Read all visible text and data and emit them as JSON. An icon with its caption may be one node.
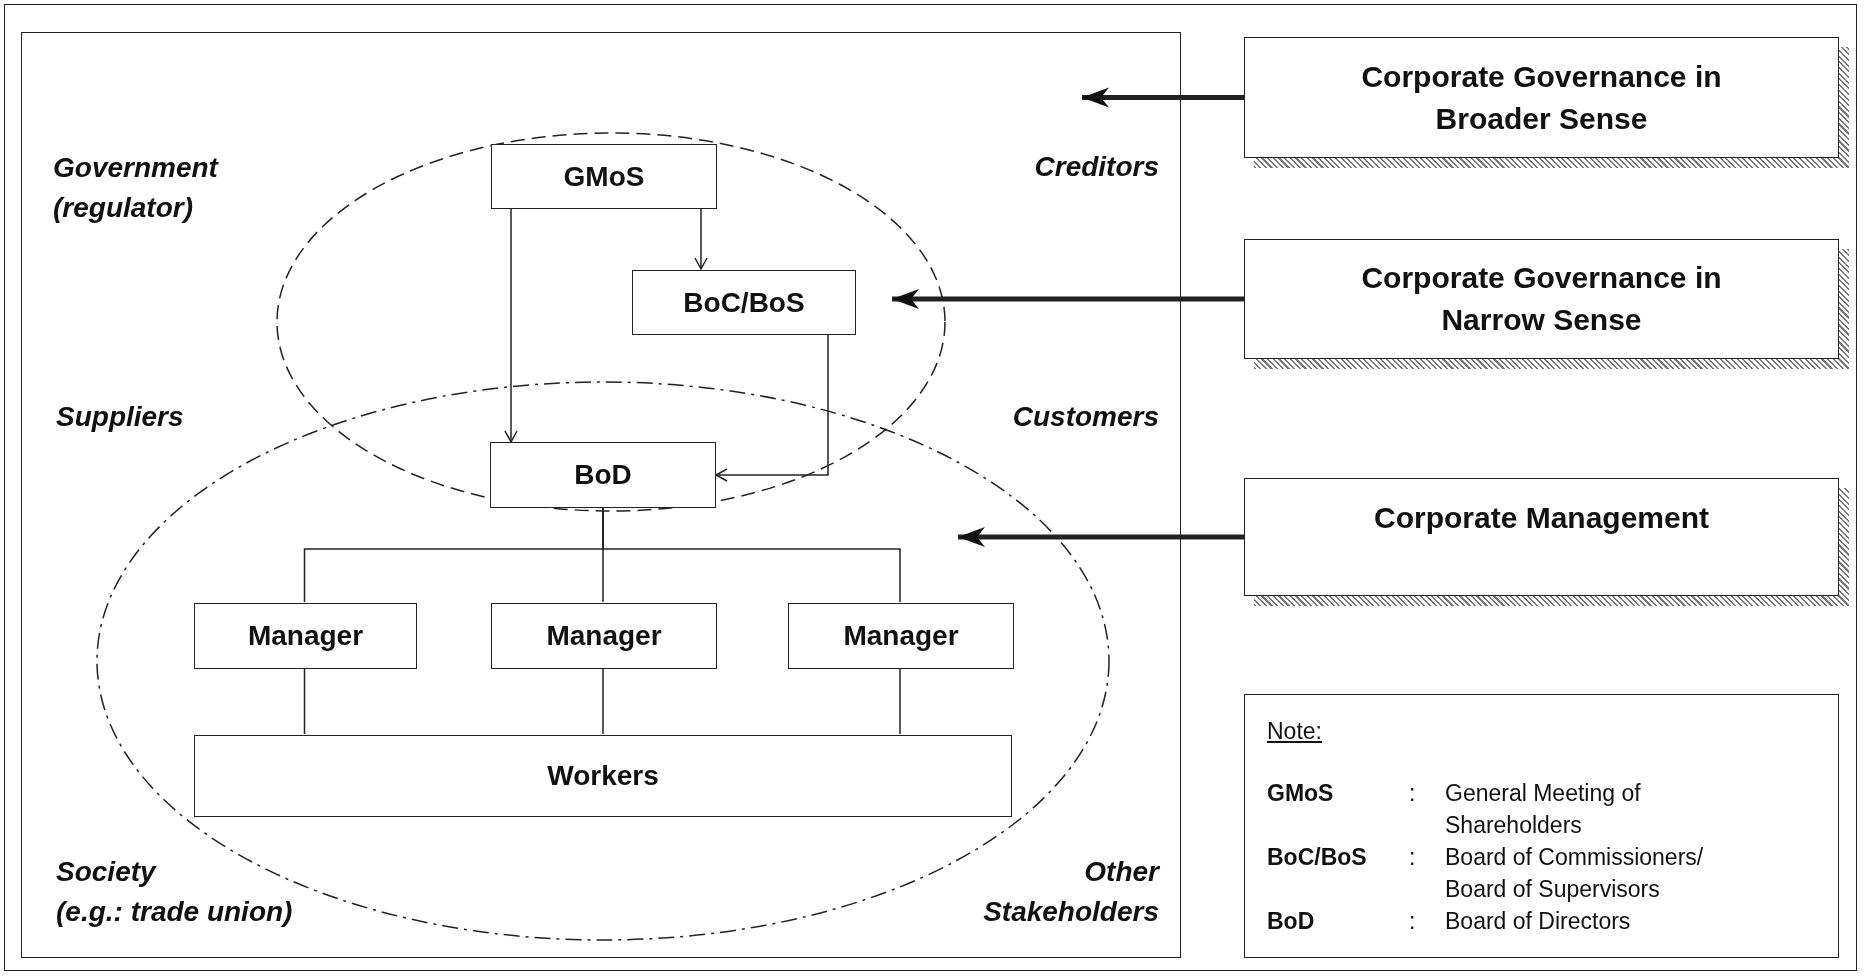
{
  "diagram": {
    "nodes": [
      {
        "text": [],
        "shape": "box"
      },
      {
        "text": [],
        "shape": "circle",
        "in": 0
      },
      {
        "text": [],
        "shape": "circle",
        "in": 0
      },
      {
        "text": [
          "GMoS"
        ],
        "in": 1
      },
      {
        "text": [
          "BoC/BoS"
        ],
        "in": 1
      },
      {
        "text": [
          "BoD"
        ]
      },
      {
        "text": [
          "Manager"
        ],
        "in": 2
      },
      {
        "text": [
          "Manager"
        ],
        "in": 2
      },
      {
        "text": [
          "Manager"
        ],
        "in": 2
      },
      {
        "text": [
          "Workers"
        ],
        "in": 2
      },
      {
        "text": [
          "Corporate Governance in Broader Sense"
        ]
      },
      {
        "text": [
          "Corporate Governance in Narrow Sense"
        ]
      },
      {
        "text": [
          "Corporate Management"
        ]
      },
      {
        "text": [
          "Note:",
          "GMoS",
          ":",
          "General Meeting of Shareholders",
          "BoC/BoS",
          ":",
          "Board of Commissioners/ Board of Supervisors",
          "BoD",
          ":",
          "Board of Directors"
        ]
      }
    ],
    "edges": [
      {
        "from": 3,
        "to": 5,
        "arrow": "to"
      },
      {
        "from": 3,
        "to": 4,
        "arrow": "to"
      },
      {
        "from": 4,
        "to": 5,
        "arrow": "to"
      },
      {
        "from": 5,
        "to": 6,
        "arrow": "none"
      },
      {
        "from": 5,
        "to": 7,
        "arrow": "none"
      },
      {
        "from": 5,
        "to": 8,
        "arrow": "none"
      },
      {
        "from": 6,
        "to": 9,
        "arrow": "none"
      },
      {
        "from": 7,
        "to": 9,
        "arrow": "none"
      },
      {
        "from": 8,
        "to": 9,
        "arrow": "none"
      },
      {
        "from": 10,
        "to": 0,
        "arrow": "to",
        "style": "thick"
      },
      {
        "from": 11,
        "to": 1,
        "arrow": "to",
        "style": "thick"
      },
      {
        "from": 12,
        "to": 2,
        "arrow": "to",
        "style": "thick"
      }
    ],
    "labels": [
      "Government (regulator)",
      "Creditors",
      "Suppliers",
      "Customers",
      "Society (e.g.: trade union)",
      "Other Stakeholders"
    ]
  }
}
